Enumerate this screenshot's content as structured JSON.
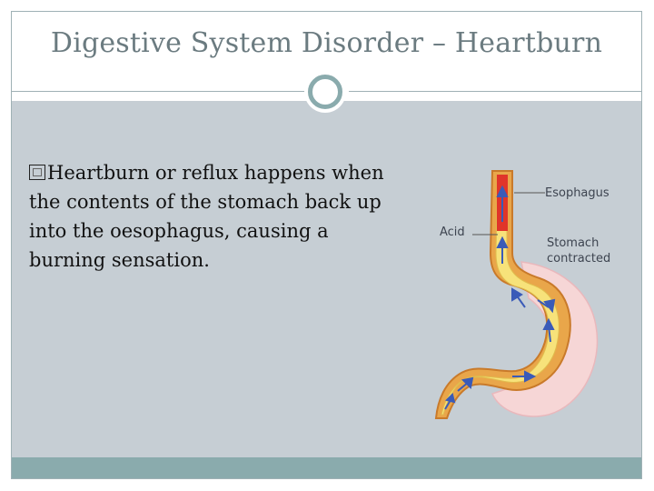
{
  "slide": {
    "title": "Digestive System Disorder – Heartburn",
    "bullet": "Heartburn or reflux happens when the contents of the stomach back up into the oesophagus, causing a burning sensation."
  },
  "figure": {
    "labels": {
      "esophagus": "Esophagus",
      "acid": "Acid",
      "stomach_line1": "Stomach",
      "stomach_line2": "contracted"
    }
  },
  "colors": {
    "accent": "#8aabad",
    "content_bg": "#c6ced4",
    "title_text": "#6b7b80"
  }
}
